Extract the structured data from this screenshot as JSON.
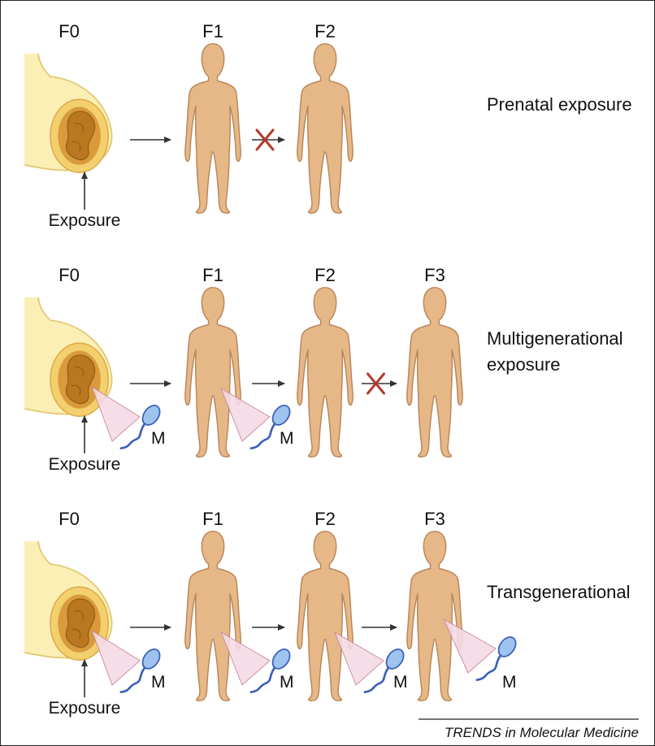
{
  "rows": [
    {
      "id": "prenatal",
      "title_lines": [
        "Prenatal exposure"
      ],
      "generations": [
        "F0",
        "F1",
        "F2"
      ],
      "exposure_label": "Exposure",
      "germline_labels": [],
      "blocked_transition": "F1-F2"
    },
    {
      "id": "multigenerational",
      "title_lines": [
        "Multigenerational",
        "exposure"
      ],
      "generations": [
        "F0",
        "F1",
        "F2",
        "F3"
      ],
      "exposure_label": "Exposure",
      "germline_labels": [
        "M",
        "M"
      ],
      "blocked_transition": "F2-F3"
    },
    {
      "id": "transgenerational",
      "title_lines": [
        "Transgenerational"
      ],
      "generations": [
        "F0",
        "F1",
        "F2",
        "F3"
      ],
      "exposure_label": "Exposure",
      "germline_labels": [
        "M",
        "M",
        "M",
        "M"
      ],
      "blocked_transition": ""
    }
  ],
  "credit": "TRENDS in Molecular Medicine",
  "colors": {
    "body_skin": "#e7b887",
    "body_outline": "#b9865a",
    "womb_outer": "#fbefb6",
    "womb_inner": "#f3cf6e",
    "fetus": "#b9781f",
    "arrow": "#333333",
    "block_x": "#b33a2e",
    "sperm": "#3a5fb8",
    "germline_cone": "#f4dbe5"
  }
}
